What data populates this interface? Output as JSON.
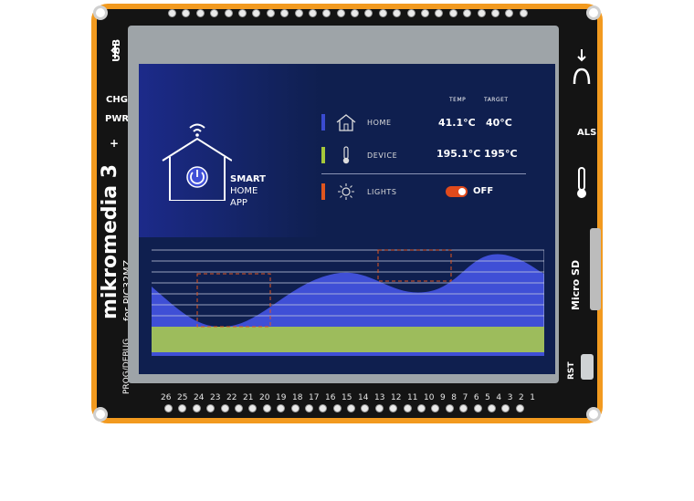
{
  "board": {
    "brand": "mikromedia 3",
    "brand_sub": "for PIC32MZ",
    "labels": {
      "usb": "USB",
      "chg": "CHG",
      "pwr": "PWR",
      "prog": "PROG/DEBUG",
      "als": "ALS",
      "micro_sd": "Micro SD",
      "rst": "RST",
      "plus": "+"
    },
    "pin_numbers": [
      "26",
      "25",
      "24",
      "23",
      "22",
      "21",
      "20",
      "19",
      "18",
      "17",
      "16",
      "15",
      "14",
      "13",
      "12",
      "11",
      "10",
      "9",
      "8",
      "7",
      "6",
      "5",
      "4",
      "3",
      "2",
      "1"
    ]
  },
  "screen": {
    "app_title": {
      "bold": "SMART",
      "line2": "HOME",
      "line3": "APP"
    },
    "headers": {
      "temp": "TEMP",
      "target": "TARGET"
    },
    "rows": [
      {
        "label": "HOME",
        "temp": "41.1°C",
        "target": "40°C",
        "bar_color": "#3a4bd0",
        "icon": "house-icon"
      },
      {
        "label": "DEVICE",
        "temp": "195.1°C",
        "target": "195°C",
        "bar_color": "#a6c83a",
        "icon": "thermometer-icon"
      },
      {
        "label": "LIGHTS",
        "state": "OFF",
        "bar_color": "#e0561f",
        "icon": "sun-icon"
      }
    ],
    "colors": {
      "accent_blue": "#3f4fd6",
      "accent_green": "#9dbc5c",
      "accent_orange": "#e0561f"
    }
  }
}
